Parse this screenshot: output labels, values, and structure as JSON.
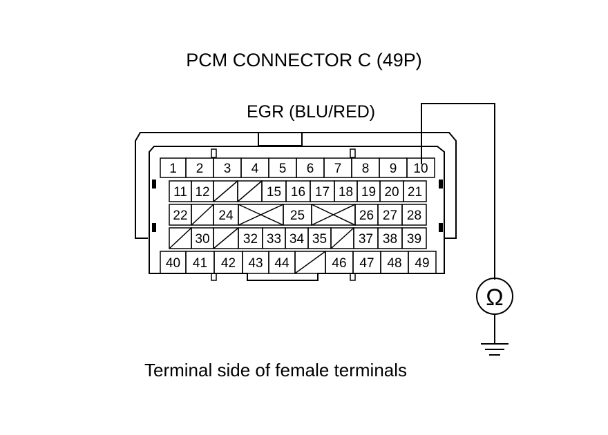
{
  "diagram": {
    "title": "PCM CONNECTOR C (49P)",
    "probe_label": "EGR (BLU/RED)",
    "caption": "Terminal side of female terminals",
    "meter_symbol": "Ω",
    "probe_terminal": "10",
    "rows": [
      [
        "1",
        "2",
        "3",
        "4",
        "5",
        "6",
        "7",
        "8",
        "9",
        "10"
      ],
      [
        "11",
        "12",
        "",
        "",
        "15",
        "16",
        "17",
        "18",
        "19",
        "20",
        "21"
      ],
      [
        "22",
        "",
        "24",
        "",
        "25",
        "",
        "26",
        "27",
        "28"
      ],
      [
        "",
        "30",
        "",
        "32",
        "33",
        "34",
        "35",
        "",
        "37",
        "38",
        "39"
      ],
      [
        "40",
        "41",
        "42",
        "43",
        "44",
        "",
        "46",
        "47",
        "48",
        "49"
      ]
    ]
  }
}
